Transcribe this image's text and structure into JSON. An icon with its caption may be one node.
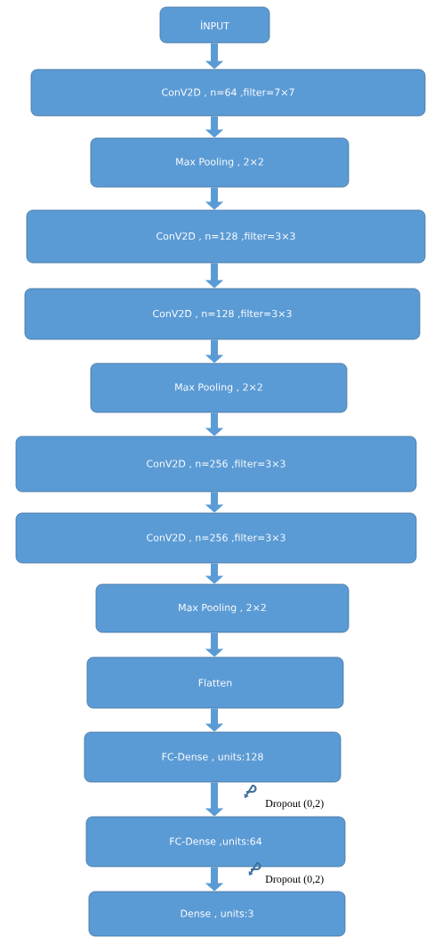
{
  "diagram": {
    "nodes": [
      {
        "text": [
          "İNPUT"
        ]
      },
      {
        "text": [
          "ConV2D , n=64 ,filter=7×7"
        ]
      },
      {
        "text": [
          "Max Pooling , 2×2"
        ]
      },
      {
        "text": [
          "ConV2D , n=128 ,filter=3×3"
        ]
      },
      {
        "text": [
          "ConV2D , n=128 ,filter=3×3"
        ]
      },
      {
        "text": [
          "Max Pooling , 2×2"
        ]
      },
      {
        "text": [
          "ConV2D , n=256 ,filter=3×3"
        ]
      },
      {
        "text": [
          "ConV2D , n=256 ,filter=3×3"
        ]
      },
      {
        "text": [
          "Max Pooling , 2×2"
        ]
      },
      {
        "text": [
          "Flatten"
        ]
      },
      {
        "text": [
          "FC-Dense , units:128"
        ]
      },
      {
        "text": [
          "FC-Dense ,units:64"
        ]
      },
      {
        "text": [
          "Dense , units:3"
        ]
      }
    ],
    "edges": [
      {
        "from": 0,
        "to": 1,
        "arrow": "to"
      },
      {
        "from": 1,
        "to": 2,
        "arrow": "to"
      },
      {
        "from": 2,
        "to": 3,
        "arrow": "to"
      },
      {
        "from": 3,
        "to": 4,
        "arrow": "to"
      },
      {
        "from": 4,
        "to": 5,
        "arrow": "to"
      },
      {
        "from": 5,
        "to": 6,
        "arrow": "to"
      },
      {
        "from": 6,
        "to": 7,
        "arrow": "to"
      },
      {
        "from": 7,
        "to": 8,
        "arrow": "to"
      },
      {
        "from": 8,
        "to": 9,
        "arrow": "to"
      },
      {
        "from": 9,
        "to": 10,
        "arrow": "to"
      },
      {
        "from": 10,
        "to": 11,
        "arrow": "to"
      },
      {
        "from": 11,
        "to": 12,
        "arrow": "to"
      }
    ],
    "labels": [
      "Dropout (0,2)",
      "Dropout (0,2)"
    ]
  }
}
